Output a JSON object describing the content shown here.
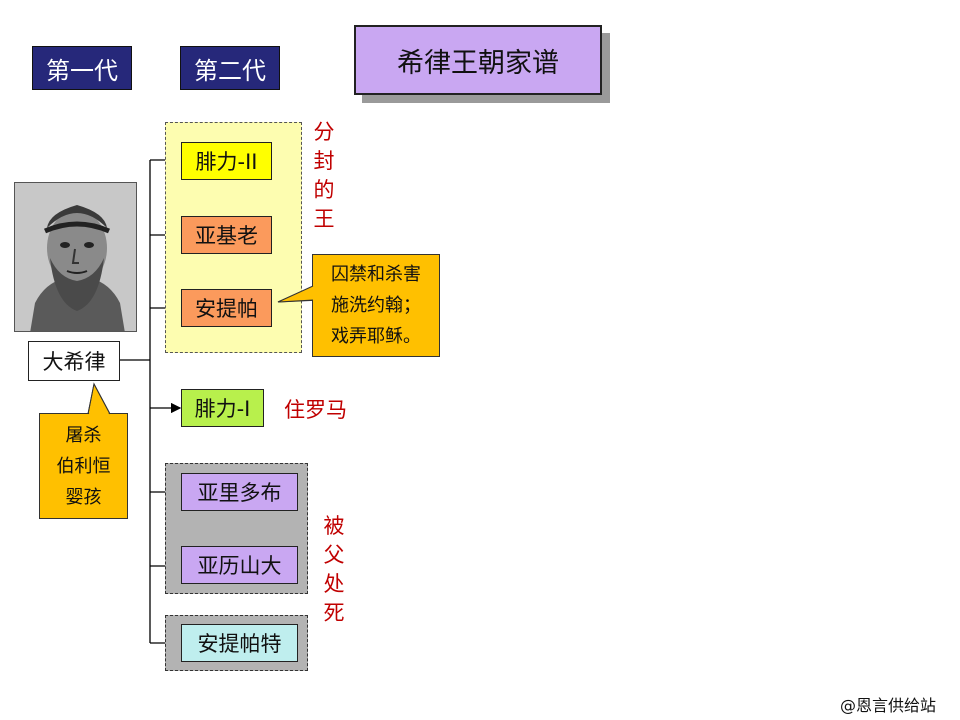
{
  "headers": {
    "gen1": "第一代",
    "gen2": "第二代"
  },
  "title": "希律王朝家谱",
  "root": {
    "label": "大希律",
    "color": "#fb9a5c"
  },
  "root_note": [
    "屠杀",
    "伯利恒",
    "婴孩"
  ],
  "portrait_icon": "herod-bust-engraving",
  "children": [
    {
      "label": "腓力-II",
      "color": "#ffff00"
    },
    {
      "label": "亚基老",
      "color": "#fb9a5c"
    },
    {
      "label": "安提帕",
      "color": "#fb9a5c"
    },
    {
      "label": "腓力-I",
      "color": "#b8f04c"
    },
    {
      "label": "亚里多布",
      "color": "#c9a7f2"
    },
    {
      "label": "亚历山大",
      "color": "#c9a7f2"
    },
    {
      "label": "安提帕特",
      "color": "#bfeeee"
    }
  ],
  "group_notes": {
    "appointed_kings": "分封的王",
    "antipas_note": [
      "囚禁和杀害",
      "施洗约翰；",
      "戏弄耶稣。"
    ],
    "philip_note": "住罗马",
    "executed": "被父处死"
  },
  "footer": "@恩言供给站"
}
